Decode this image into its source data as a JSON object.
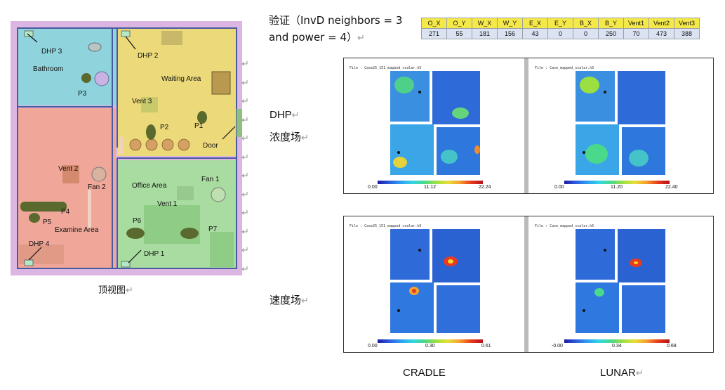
{
  "validation": {
    "line1": "验证（InvD neighbors = 3",
    "line2": "and power = 4）",
    "return_mark": "↵"
  },
  "table": {
    "headers": [
      "O_X",
      "O_Y",
      "W_X",
      "W_Y",
      "E_X",
      "E_Y",
      "B_X",
      "B_Y",
      "Vent1",
      "Vent2",
      "Vent3"
    ],
    "values": [
      "271",
      "55",
      "181",
      "156",
      "43",
      "0",
      "0",
      "250",
      "70",
      "473",
      "388"
    ]
  },
  "floorplan": {
    "caption": "顶视图",
    "labels": {
      "dhp3": "DHP 3",
      "bathroom": "Bathroom",
      "p3": "P3",
      "dhp2": "DHP 2",
      "waiting": "Waiting Area",
      "vent3": "Vent 3",
      "p2": "P2",
      "p1": "P1",
      "door": "Door",
      "vent2": "Vent 2",
      "fan2": "Fan 2",
      "office": "Office Area",
      "fan1": "Fan 1",
      "vent1": "Vent 1",
      "p4": "P4",
      "p5": "P5",
      "examine": "Examine Area",
      "p6": "P6",
      "p7": "P7",
      "dhp4": "DHP 4",
      "dhp1": "DHP 1"
    }
  },
  "rows": {
    "dhp_label": "DHP",
    "concentration_label": "浓度场",
    "velocity_label": "速度场"
  },
  "panels": {
    "dhp_cradle": {
      "file": "File : Case25_151_mapped_scalar.h5",
      "ticks": [
        "0.00",
        "11.12",
        "22.24"
      ]
    },
    "dhp_lunar": {
      "file": "File : Case_mapped_scalar.h5",
      "ticks": [
        "0.00",
        "11.20",
        "22.40"
      ]
    },
    "vel_cradle": {
      "file": "File : Case25_151_mapped_scalar.h5",
      "ticks": [
        "0.00",
        "0.30",
        "0.61"
      ]
    },
    "vel_lunar": {
      "file": "File : Case_mapped_scalar.h5",
      "ticks": [
        "-0.00",
        "0.34",
        "0.68"
      ]
    }
  },
  "methods": {
    "cradle": "CRADLE",
    "lunar": "LUNAR"
  },
  "colors": {
    "bathroom": "#8fd3dc",
    "waiting": "#ecd97a",
    "examine": "#f0a79a",
    "office": "#a8dca0",
    "frame": "#dcb6e3",
    "wall": "#4a5aa0",
    "table_header": "#f5e94a",
    "table_row": "#dbe3f3"
  }
}
